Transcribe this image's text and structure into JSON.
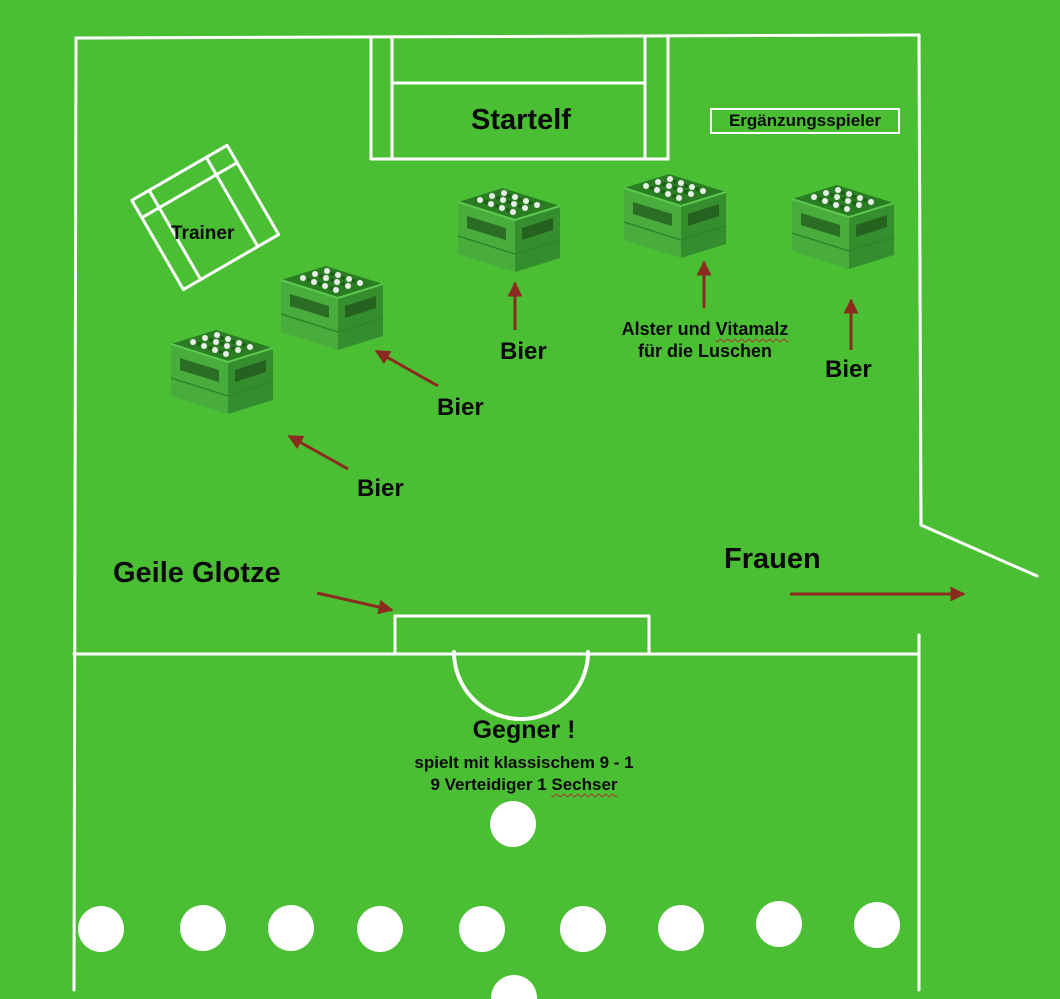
{
  "labels": {
    "startelf": "Startelf",
    "ergaenzungsspieler": "Ergänzungsspieler",
    "trainer": "Trainer",
    "bier": "Bier",
    "alster_line1_a": "Alster und ",
    "alster_line1_b": "Vitamalz",
    "alster_line2": "für die Luschen",
    "geile_glotze": "Geile Glotze",
    "frauen": "Frauen",
    "gegner": "Gegner !",
    "gegner_line1": "spielt mit klassischem 9 - 1",
    "gegner_line2_a": "9 Verteidiger 1 ",
    "gegner_line2_b": "Sechser"
  },
  "colors": {
    "pitch": "#4bbf34",
    "lines": "#ffffff",
    "arrow": "#8b2a1e",
    "crate": "#3fa63a",
    "text": "#0a0a0a"
  },
  "icons": {
    "crate": "beer-crate-icon",
    "player": "player-dot-icon"
  },
  "opponent": {
    "defenders": 9,
    "sechser": 1
  }
}
